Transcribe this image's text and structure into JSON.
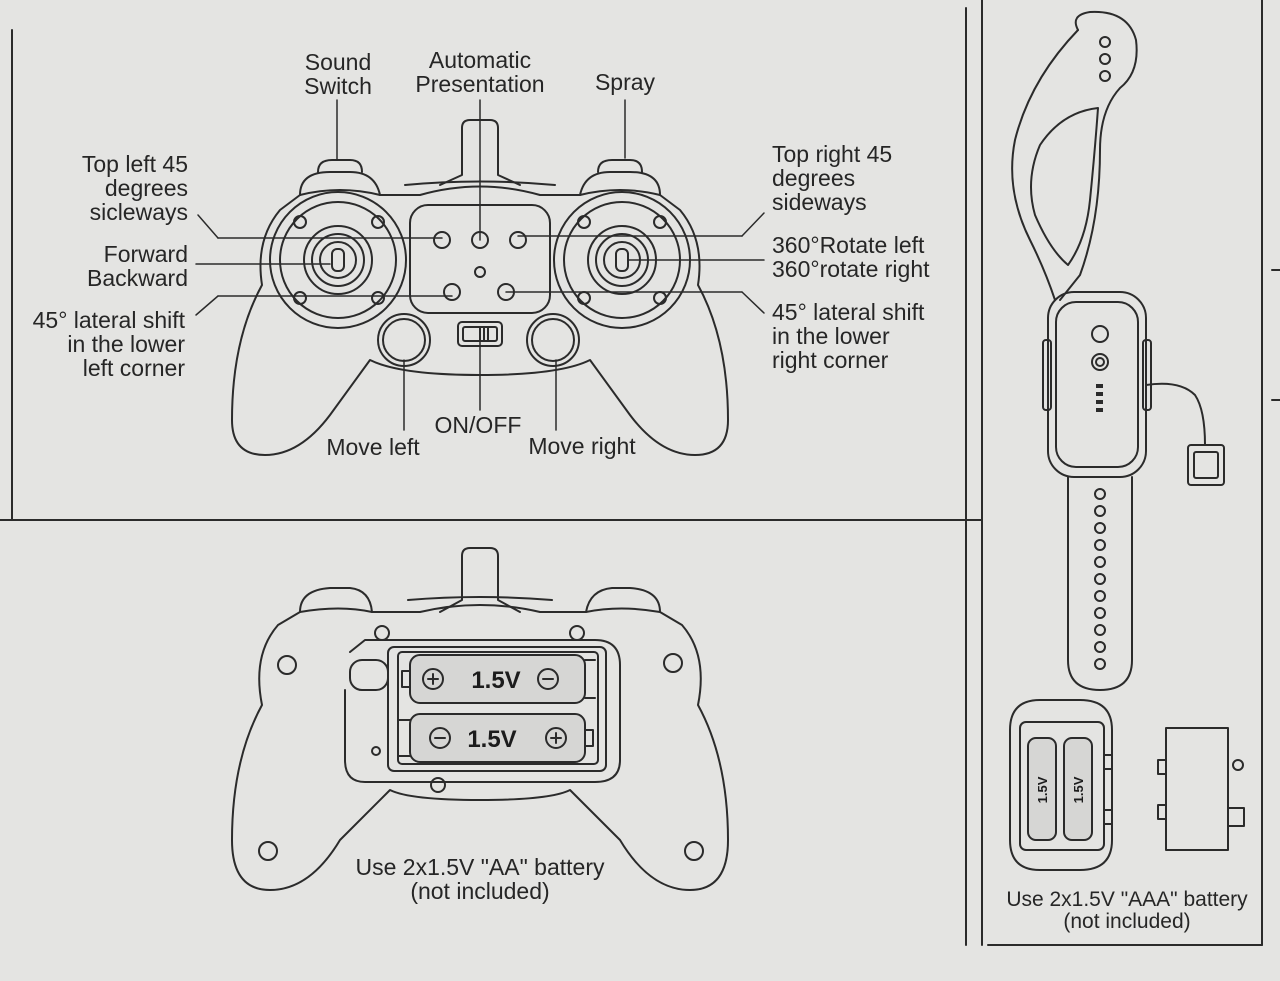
{
  "controller_labels": {
    "sound_switch": "Sound\nSwitch",
    "automatic_presentation": "Automatic\nPresentation",
    "spray": "Spray",
    "top_left": "Top left 45\ndegrees\nsicleways",
    "forward_backward": "Forward\nBackward",
    "lateral_left": "45° lateral shift\nin the lower\nleft corner",
    "top_right": "Top right 45\ndegrees\nsideways",
    "rotate": "360°Rotate left\n360°rotate right",
    "lateral_right": "45° lateral shift\nin the lower\nright corner",
    "move_left": "Move left",
    "on_off": "ON/OFF",
    "move_right": "Move right"
  },
  "battery_controller": {
    "cell_voltage": "1.5V",
    "note": "Use 2x1.5V \"AA\" battery\n(not included)"
  },
  "battery_wristband": {
    "cell_voltage": "1.5V",
    "note": "Use 2x1.5V \"AAA\" battery\n(not included)"
  }
}
